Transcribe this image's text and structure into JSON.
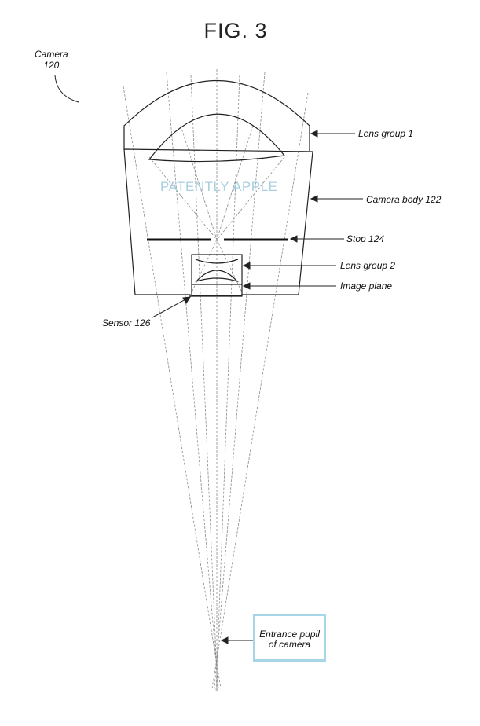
{
  "figure": {
    "title": "FIG. 3",
    "watermark": "PATENTLY APPLE"
  },
  "labels": {
    "camera_line1": "Camera",
    "camera_line2": "120",
    "lens_group_1": "Lens group 1",
    "camera_body": "Camera body 122",
    "stop": "Stop 124",
    "lens_group_2": "Lens group 2",
    "image_plane": "Image plane",
    "sensor": "Sensor 126",
    "entrance_pupil_line1": "Entrance pupil",
    "entrance_pupil_line2": "of camera"
  },
  "colors": {
    "line": "#222222",
    "ray": "#8a8a8a",
    "pupil_box": "#a7d4e6",
    "watermark": "#a8cfe0"
  }
}
